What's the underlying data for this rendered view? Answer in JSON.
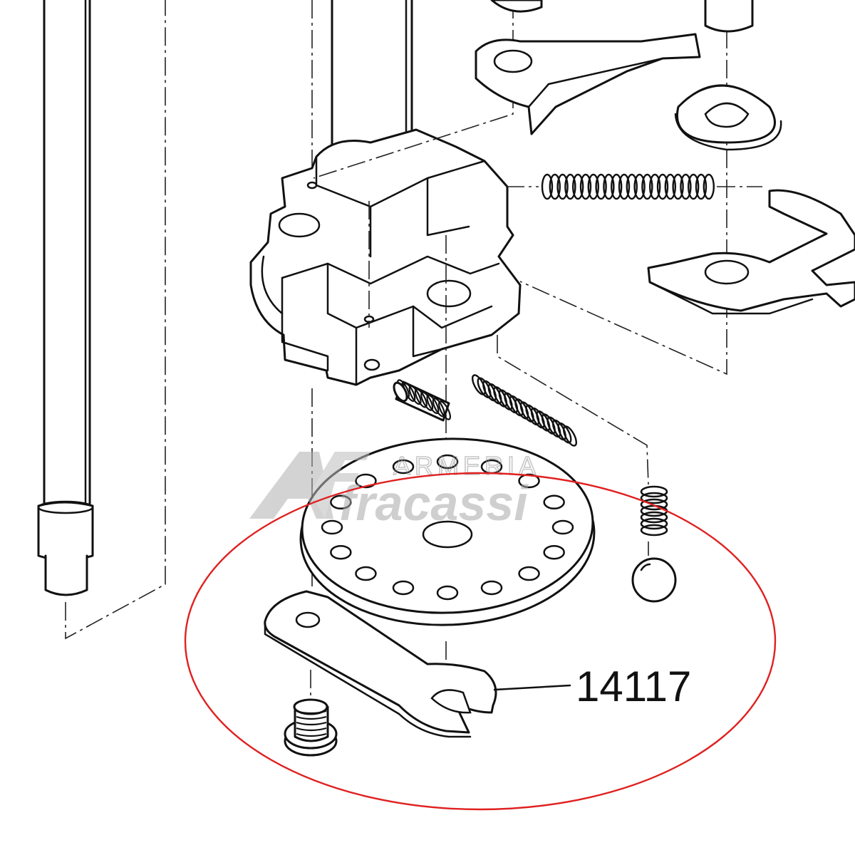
{
  "diagram": {
    "part_number_label": "14117",
    "watermark": {
      "brand_top": "ARMERIA",
      "brand_main": "fracassi",
      "mark": "AF"
    },
    "highlight": {
      "color": "#e02020"
    },
    "icons": {
      "spring": "spring-icon",
      "wrench": "flat-wrench-icon",
      "screw": "screw-icon",
      "ball": "ball-icon",
      "disc": "index-disc-icon"
    }
  }
}
